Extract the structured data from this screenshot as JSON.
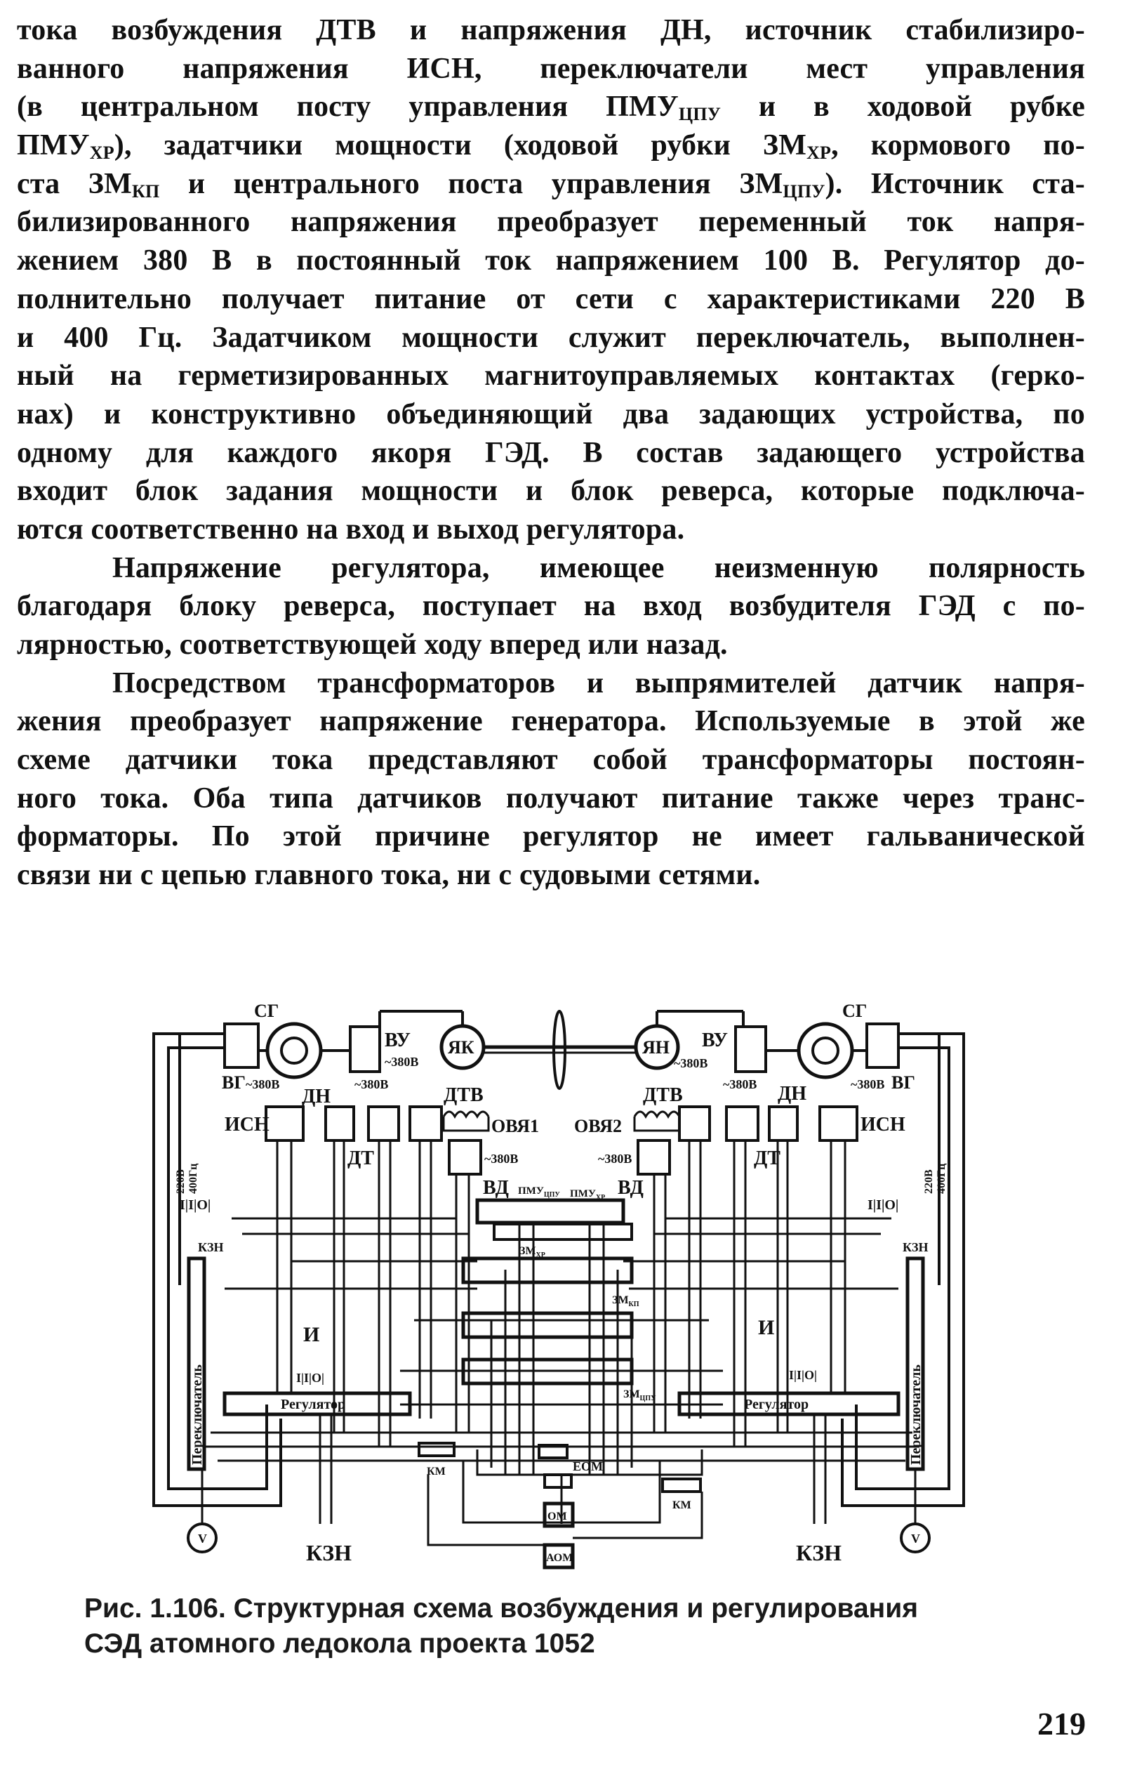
{
  "body": {
    "paragraphs": [
      {
        "indent": false,
        "lines": [
          [
            "тока возбуждения ДТВ и напряжения ДН, источник стабилизиро-"
          ],
          [
            "ванного напряжения ИСН, переключатели мест управления"
          ],
          [
            "(в центральном посту управления ПМУ",
            {
              "sub": "ЦПУ"
            },
            " и в ходовой рубке"
          ],
          [
            "ПМУ",
            {
              "sub": "ХР"
            },
            "), задатчики мощности (ходовой рубки ЗМ",
            {
              "sub": "ХР"
            },
            ", кормового по-"
          ],
          [
            "ста ЗМ",
            {
              "sub": "КП"
            },
            " и центрального поста управления ЗМ",
            {
              "sub": "ЦПУ"
            },
            "). Источник ста-"
          ],
          [
            "билизированного напряжения преобразует переменный ток напря-"
          ],
          [
            "жением 380 В в постоянный ток напряжением 100 В. Регулятор до-"
          ],
          [
            "полнительно получает питание от сети с характеристиками 220 В"
          ],
          [
            "и 400 Гц. Задатчиком мощности служит переключатель, выполнен-"
          ],
          [
            "ный на герметизированных магнитоуправляемых контактах (герко-"
          ],
          [
            "нах) и конструктивно объединяющий два задающих устройства, по"
          ],
          [
            "одному для каждого якоря ГЭД. В состав задающего устройства"
          ],
          [
            "входит блок задания мощности и блок реверса, которые подключа-"
          ],
          [
            "ются соответственно на вход и выход регулятора."
          ]
        ]
      },
      {
        "indent": true,
        "lines": [
          [
            "Напряжение регулятора, имеющее неизменную полярность"
          ],
          [
            "благодаря блоку реверса, поступает на вход возбудителя ГЭД с по-"
          ],
          [
            "лярностью, соответствующей ходу вперед или назад."
          ]
        ]
      },
      {
        "indent": true,
        "lines": [
          [
            "Посредством трансформаторов и выпрямителей датчик напря-"
          ],
          [
            "жения преобразует напряжение генератора. Используемые в этой же"
          ],
          [
            "схеме датчики тока представляют собой трансформаторы постоян-"
          ],
          [
            "ного тока. Оба типа датчиков получают питание также через транс-"
          ],
          [
            "форматоры. По этой причине регулятор не имеет гальванической"
          ],
          [
            "связи ни с цепью главного тока, ни с судовыми сетями."
          ]
        ]
      }
    ]
  },
  "diagram": {
    "labels": {
      "sg": "СГ",
      "vg": "ВГ",
      "vu": "ВУ",
      "yak": "ЯК",
      "yan": "ЯН",
      "v380": "~380В",
      "dn": "ДН",
      "dt": "ДТ",
      "dtv": "ДТВ",
      "isn": "ИСН",
      "ovya1": "ОВЯ1",
      "ovya2": "ОВЯ2",
      "vd": "ВД",
      "pmu_cpu": "ПМУ",
      "pmu_cpu_sub": "ЦПУ",
      "pmu_xr": "ПМУ",
      "pmu_xr_sub": "ХР",
      "zm": "ЗМ",
      "zm_xr_sub": "ХР",
      "zm_kp_sub": "КП",
      "zm_cpu_sub": "ЦПУ",
      "supply_220": "220В",
      "supply_400": "400Гц",
      "kzn": "КЗН",
      "i": "И",
      "switch_marks": "I|I|O|",
      "regulator": "Регулятор",
      "pereklyuchatel": "Переключатель",
      "v": "V",
      "km": "КМ",
      "eom": "ЕОМ",
      "om": "ОМ",
      "aom": "АОМ"
    }
  },
  "caption": {
    "line1": "Рис. 1.106. Структурная схема возбуждения и регулирования",
    "line2": "СЭД атомного ледокола проекта 1052"
  },
  "page_number": "219"
}
